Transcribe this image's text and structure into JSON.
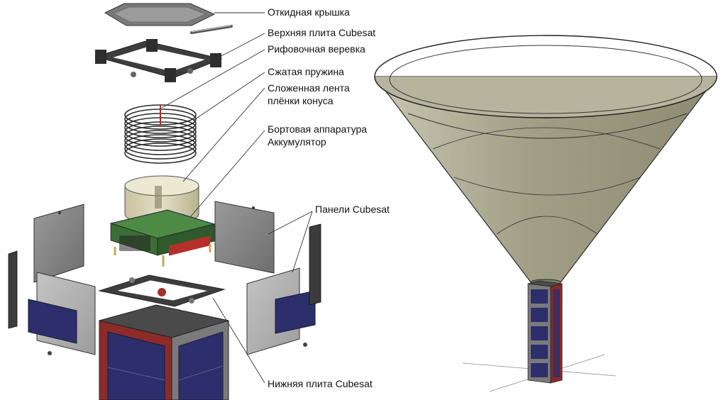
{
  "labels": {
    "hinged_lid": "Откидная крышка",
    "top_plate": "Верхняя плита Cubesat",
    "reef_cord": "Рифовочная веревка",
    "compressed_spring": "Сжатая пружина",
    "folded_film_line1": "Сложенная лента",
    "folded_film_line2": "плёнки конуса",
    "onboard_line1": "Бортовая аппаратура",
    "onboard_line2": "Аккумулятор",
    "panels": "Панели Cubesat",
    "bottom_plate": "Нижняя плита Cubesat"
  },
  "colors": {
    "cone_fill": "#a7a48c",
    "cone_inner": "#bdbba6",
    "panel_gray": "#8a8a8a",
    "solar_blue": "#2c2f6b",
    "frame_red": "#b43a34",
    "pcb_green": "#3f7a3a",
    "spring_dark": "#3a3a3a",
    "leader_line": "#333333"
  }
}
